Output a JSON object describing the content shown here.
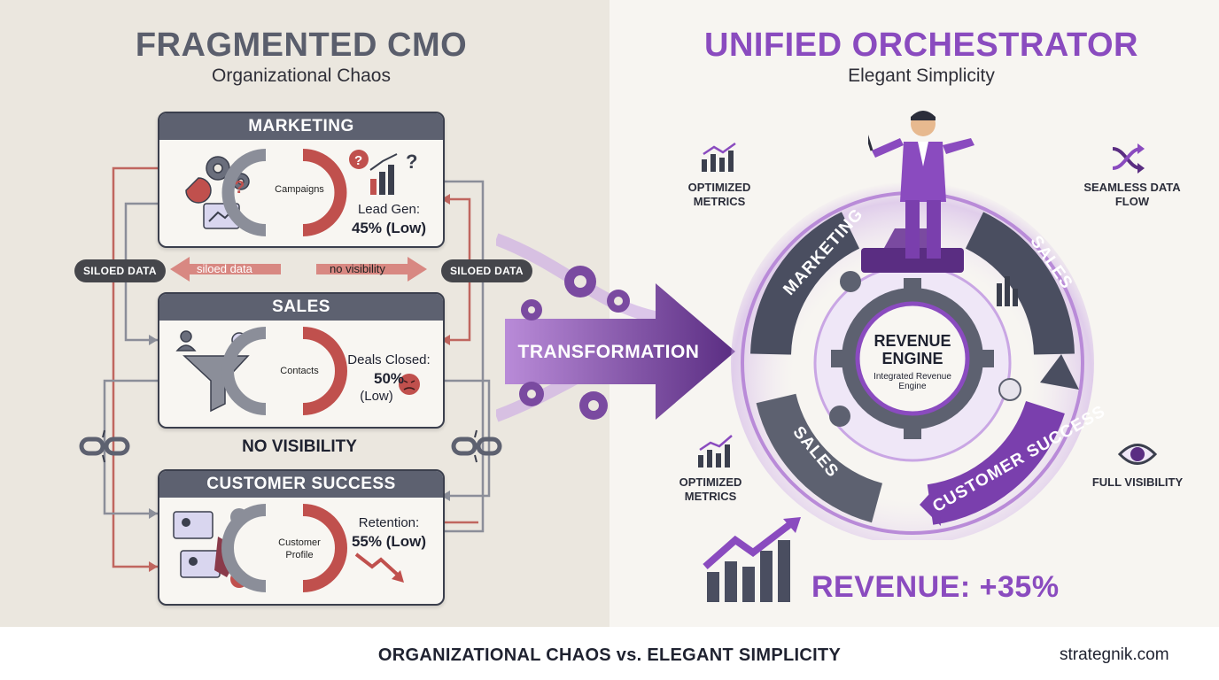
{
  "left": {
    "title": "FRAGMENTED CMO",
    "subtitle": "Organizational Chaos",
    "departments": [
      {
        "name": "MARKETING",
        "center": "Campaigns",
        "metric_label": "Lead Gen:",
        "metric_value": "45% (Low)"
      },
      {
        "name": "SALES",
        "center": "Contacts",
        "metric_label": "Deals Closed:",
        "metric_value": "50%",
        "metric_note": "(Low)"
      },
      {
        "name": "CUSTOMER SUCCESS",
        "center": "Customer Profile",
        "metric_label": "Retention:",
        "metric_value": "55% (Low)"
      }
    ],
    "siloed_left": "SILOED DATA",
    "siloed_right": "SILOED DATA",
    "arrow_left_text": "siloed data",
    "arrow_right_text": "no visibility",
    "no_visibility": "NO VISIBILITY"
  },
  "transformation": "TRANSFORMATION",
  "right": {
    "title": "UNIFIED ORCHESTRATOR",
    "subtitle": "Elegant Simplicity",
    "engine_title": "REVENUE ENGINE",
    "engine_sub": "Integrated Revenue Engine",
    "ring_labels": [
      "MARKETING",
      "SALES",
      "CUSTOMER SUCCESS",
      "SALES"
    ],
    "corner_labels": {
      "top_left": "OPTIMIZED METRICS",
      "top_right": "SEAMLESS DATA FLOW",
      "bottom_left": "OPTIMIZED METRICS",
      "bottom_right": "FULL VISIBILITY"
    },
    "revenue": "REVENUE: +35%"
  },
  "footer": {
    "caption": "ORGANIZATIONAL CHAOS vs. ELEGANT SIMPLICITY",
    "brand": "strategnik.com"
  },
  "colors": {
    "slate": "#5d6170",
    "purple": "#8a4bbf",
    "deep_purple": "#5a2d82",
    "red": "#c0504d"
  }
}
